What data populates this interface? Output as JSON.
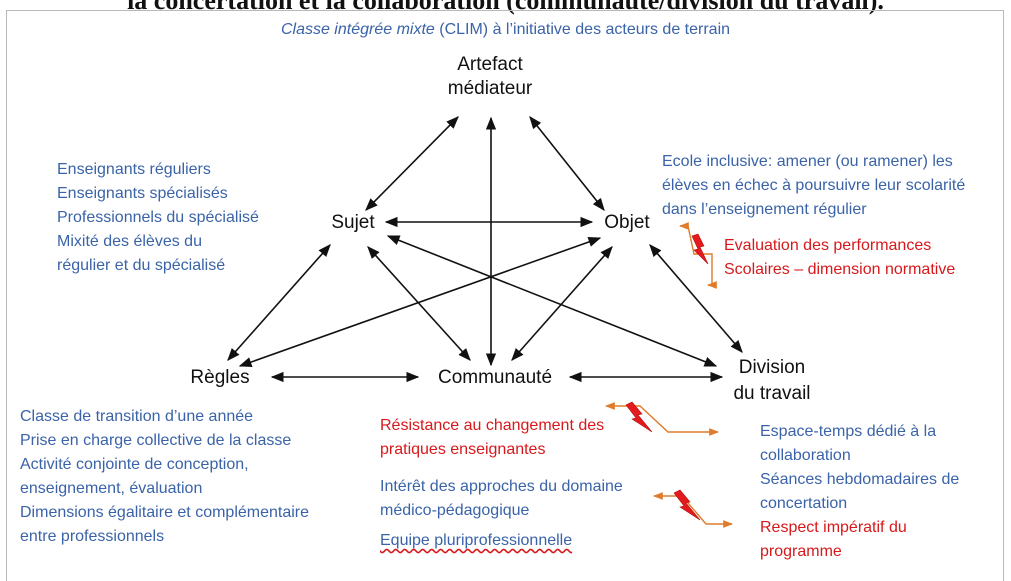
{
  "top_cut_text": "la concertation et la collaboration (communauté/division du travail).",
  "title": {
    "italic": "Classe intégrée mixte",
    "rest": " (CLIM) à l’initiative des acteurs de terrain"
  },
  "nodes": {
    "artefact": [
      "Artefact",
      "médiateur"
    ],
    "sujet": "Sujet",
    "objet": "Objet",
    "regles": "Règles",
    "communaute": "Communauté",
    "division": [
      "Division",
      "du travail"
    ]
  },
  "sujet_notes": [
    "Enseignants réguliers",
    "Enseignants spécialisés",
    "Professionnels du spécialisé",
    "Mixité des élèves du",
    "régulier et du spécialisé"
  ],
  "objet_notes": [
    "Ecole inclusive: amener (ou ramener) les",
    "élèves  en échec à poursuivre leur scolarité",
    "dans l’enseignement régulier"
  ],
  "objet_tension": [
    "Evaluation des performances",
    "Scolaires – dimension normative"
  ],
  "regles_notes": [
    "Classe de transition d’une année",
    "Prise en charge collective de la classe",
    "Activité conjointe de conception,",
    "enseignement, évaluation",
    "Dimensions égalitaire et complémentaire",
    "entre professionnels"
  ],
  "communaute_tension": [
    "Résistance au changement des",
    "pratiques enseignantes"
  ],
  "communaute_notes": [
    "Intérêt des approches du domaine",
    "médico-pédagogique",
    "Equipe pluriprofessionnelle"
  ],
  "division_notes": [
    "Espace-temps dédié à la",
    "collaboration",
    "Séances hebdomadaires de",
    "concertation"
  ],
  "division_tension": [
    "Respect impératif du",
    "programme"
  ],
  "colors": {
    "blue_text": "#3a63a8",
    "red_text": "#d7191c",
    "orange_arrow": "#e07b2a",
    "black": "#111111"
  }
}
